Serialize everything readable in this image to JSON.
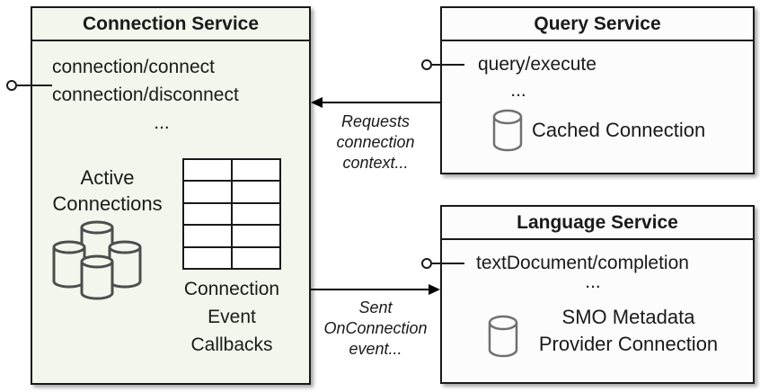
{
  "connection_service": {
    "title": "Connection Service",
    "method_1": "connection/connect",
    "method_2": "connection/disconnect",
    "ellipsis": "...",
    "active_connections": "Active\nConnections",
    "callbacks": "Connection\nEvent\nCallbacks"
  },
  "query_service": {
    "title": "Query Service",
    "method": "query/execute",
    "ellipsis": "...",
    "cached_connection": "Cached Connection"
  },
  "language_service": {
    "title": "Language Service",
    "method": "textDocument/completion",
    "ellipsis": "...",
    "smo_connection": "SMO Metadata\nProvider Connection"
  },
  "arrows": {
    "requests_label": "Requests\nconnection\ncontext...",
    "sent_label": "Sent\nOnConnection\nevent..."
  },
  "colors": {
    "connection_box_fill": "#f3f6ec",
    "service_box_fill": "#fcfcfd",
    "border": "#1a1a1a",
    "cluster_icon_stroke": "#4d4d4d",
    "cylinder_icon_stroke": "#707070"
  }
}
